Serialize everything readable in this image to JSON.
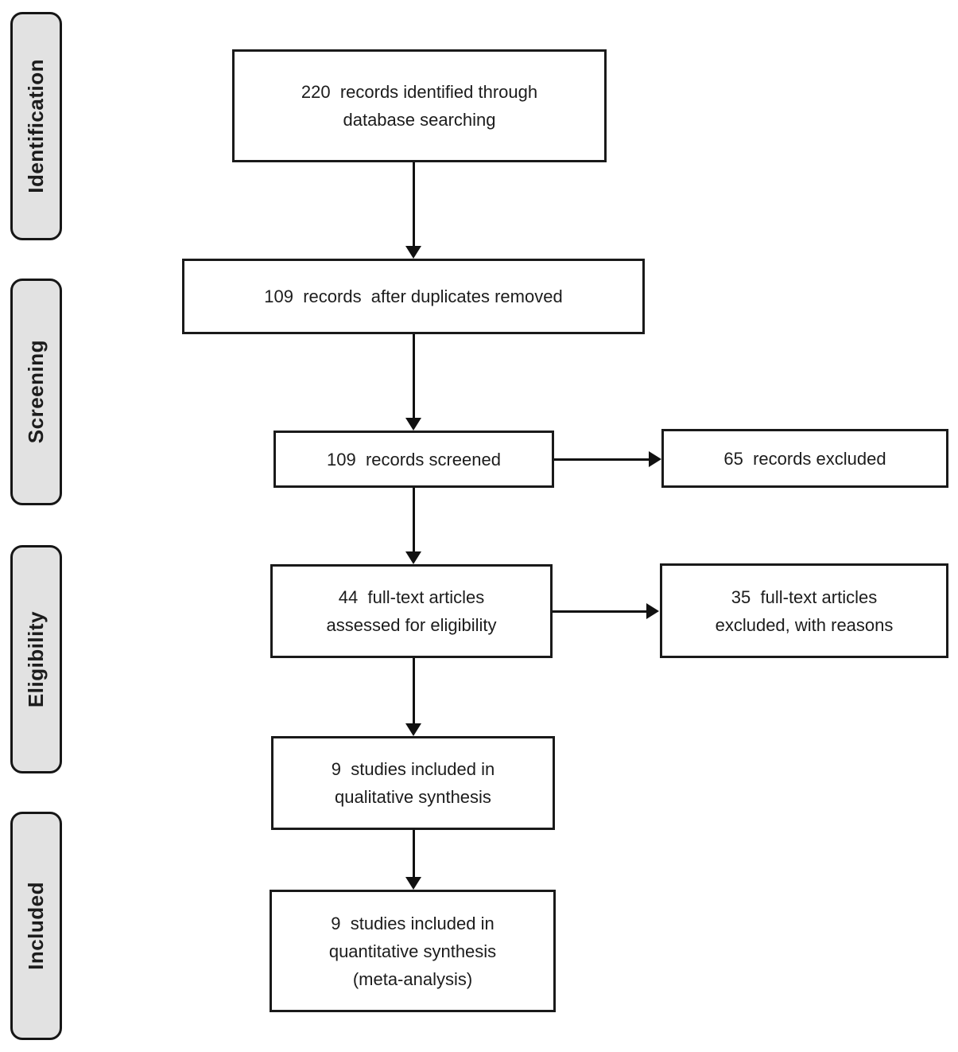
{
  "diagram_type": "prisma-flowchart",
  "colors": {
    "background": "#ffffff",
    "stage_fill": "#e2e2e2",
    "border": "#1a1a1a",
    "text": "#1c1c1c",
    "arrow": "#111111"
  },
  "sidebar": {
    "items": [
      {
        "label": "Identification"
      },
      {
        "label": "Screening"
      },
      {
        "label": "Eligibility"
      },
      {
        "label": "Included"
      }
    ]
  },
  "boxes": {
    "identified": {
      "count": 220,
      "lines": [
        "220  records identified through",
        "database searching"
      ]
    },
    "deduplicated": {
      "count": 109,
      "lines": [
        "109  records  after duplicates removed"
      ]
    },
    "screened": {
      "count": 109,
      "lines": [
        "109  records screened"
      ]
    },
    "records_excluded": {
      "count": 65,
      "lines": [
        "65  records excluded"
      ]
    },
    "fulltext_assessed": {
      "count": 44,
      "lines": [
        "44  full-text articles",
        "assessed for eligibility"
      ]
    },
    "fulltext_excluded": {
      "count": 35,
      "lines": [
        "35  full-text articles",
        "excluded, with reasons"
      ]
    },
    "qualitative": {
      "count": 9,
      "lines": [
        "9  studies included in",
        "qualitative synthesis"
      ]
    },
    "quantitative": {
      "count": 9,
      "lines": [
        "9  studies included in",
        "quantitative synthesis",
        "(meta-analysis)"
      ]
    }
  }
}
